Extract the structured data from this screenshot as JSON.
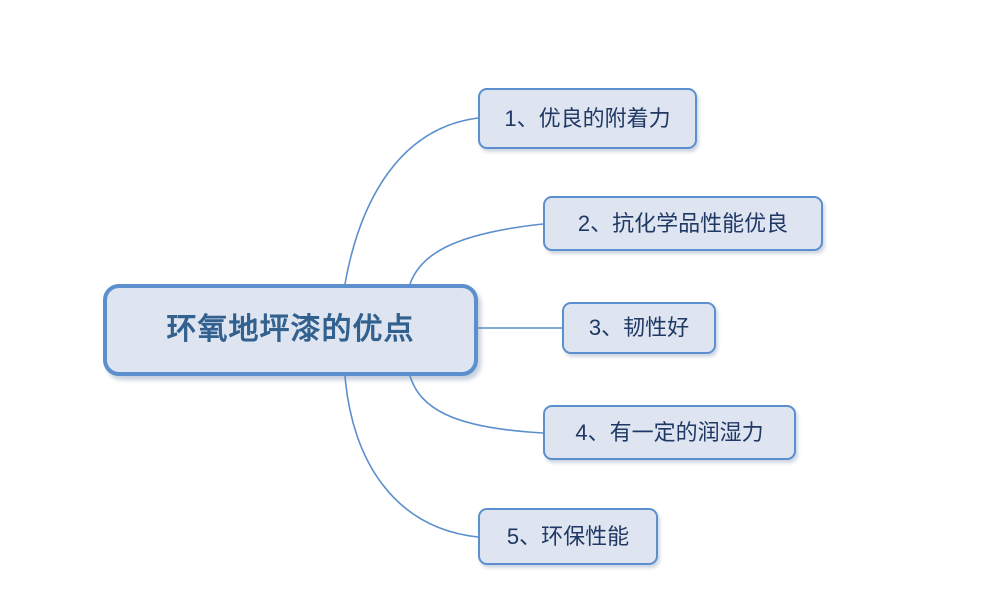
{
  "diagram": {
    "type": "mind-map",
    "title": "环氧地坪漆的优点",
    "background_color": "#FFFFFF",
    "central_node": {
      "label": "环氧地坪漆的优点",
      "fill_color": "#DEE5F1",
      "border_color": "#5B8FCE",
      "text_color": "#33618F"
    },
    "branches": [
      {
        "id": "b1",
        "label": "1、优良的附着力",
        "fill_color": "#DEE5F1",
        "border_color": "#5B8FCE",
        "text_color": "#1F3864"
      },
      {
        "id": "b2",
        "label": "2、抗化学品性能优良",
        "fill_color": "#DEE5F1",
        "border_color": "#5B8FCE",
        "text_color": "#1F3864"
      },
      {
        "id": "b3",
        "label": "3、韧性好",
        "fill_color": "#DEE5F1",
        "border_color": "#5B8FCE",
        "text_color": "#1F3864"
      },
      {
        "id": "b4",
        "label": "4、有一定的润湿力",
        "fill_color": "#DEE5F1",
        "border_color": "#5B8FCE",
        "text_color": "#1F3864"
      },
      {
        "id": "b5",
        "label": "5、环保性能",
        "fill_color": "#DEE5F1",
        "border_color": "#5B8FCE",
        "text_color": "#1F3864"
      }
    ],
    "connector_color": "#5B8FCE"
  }
}
